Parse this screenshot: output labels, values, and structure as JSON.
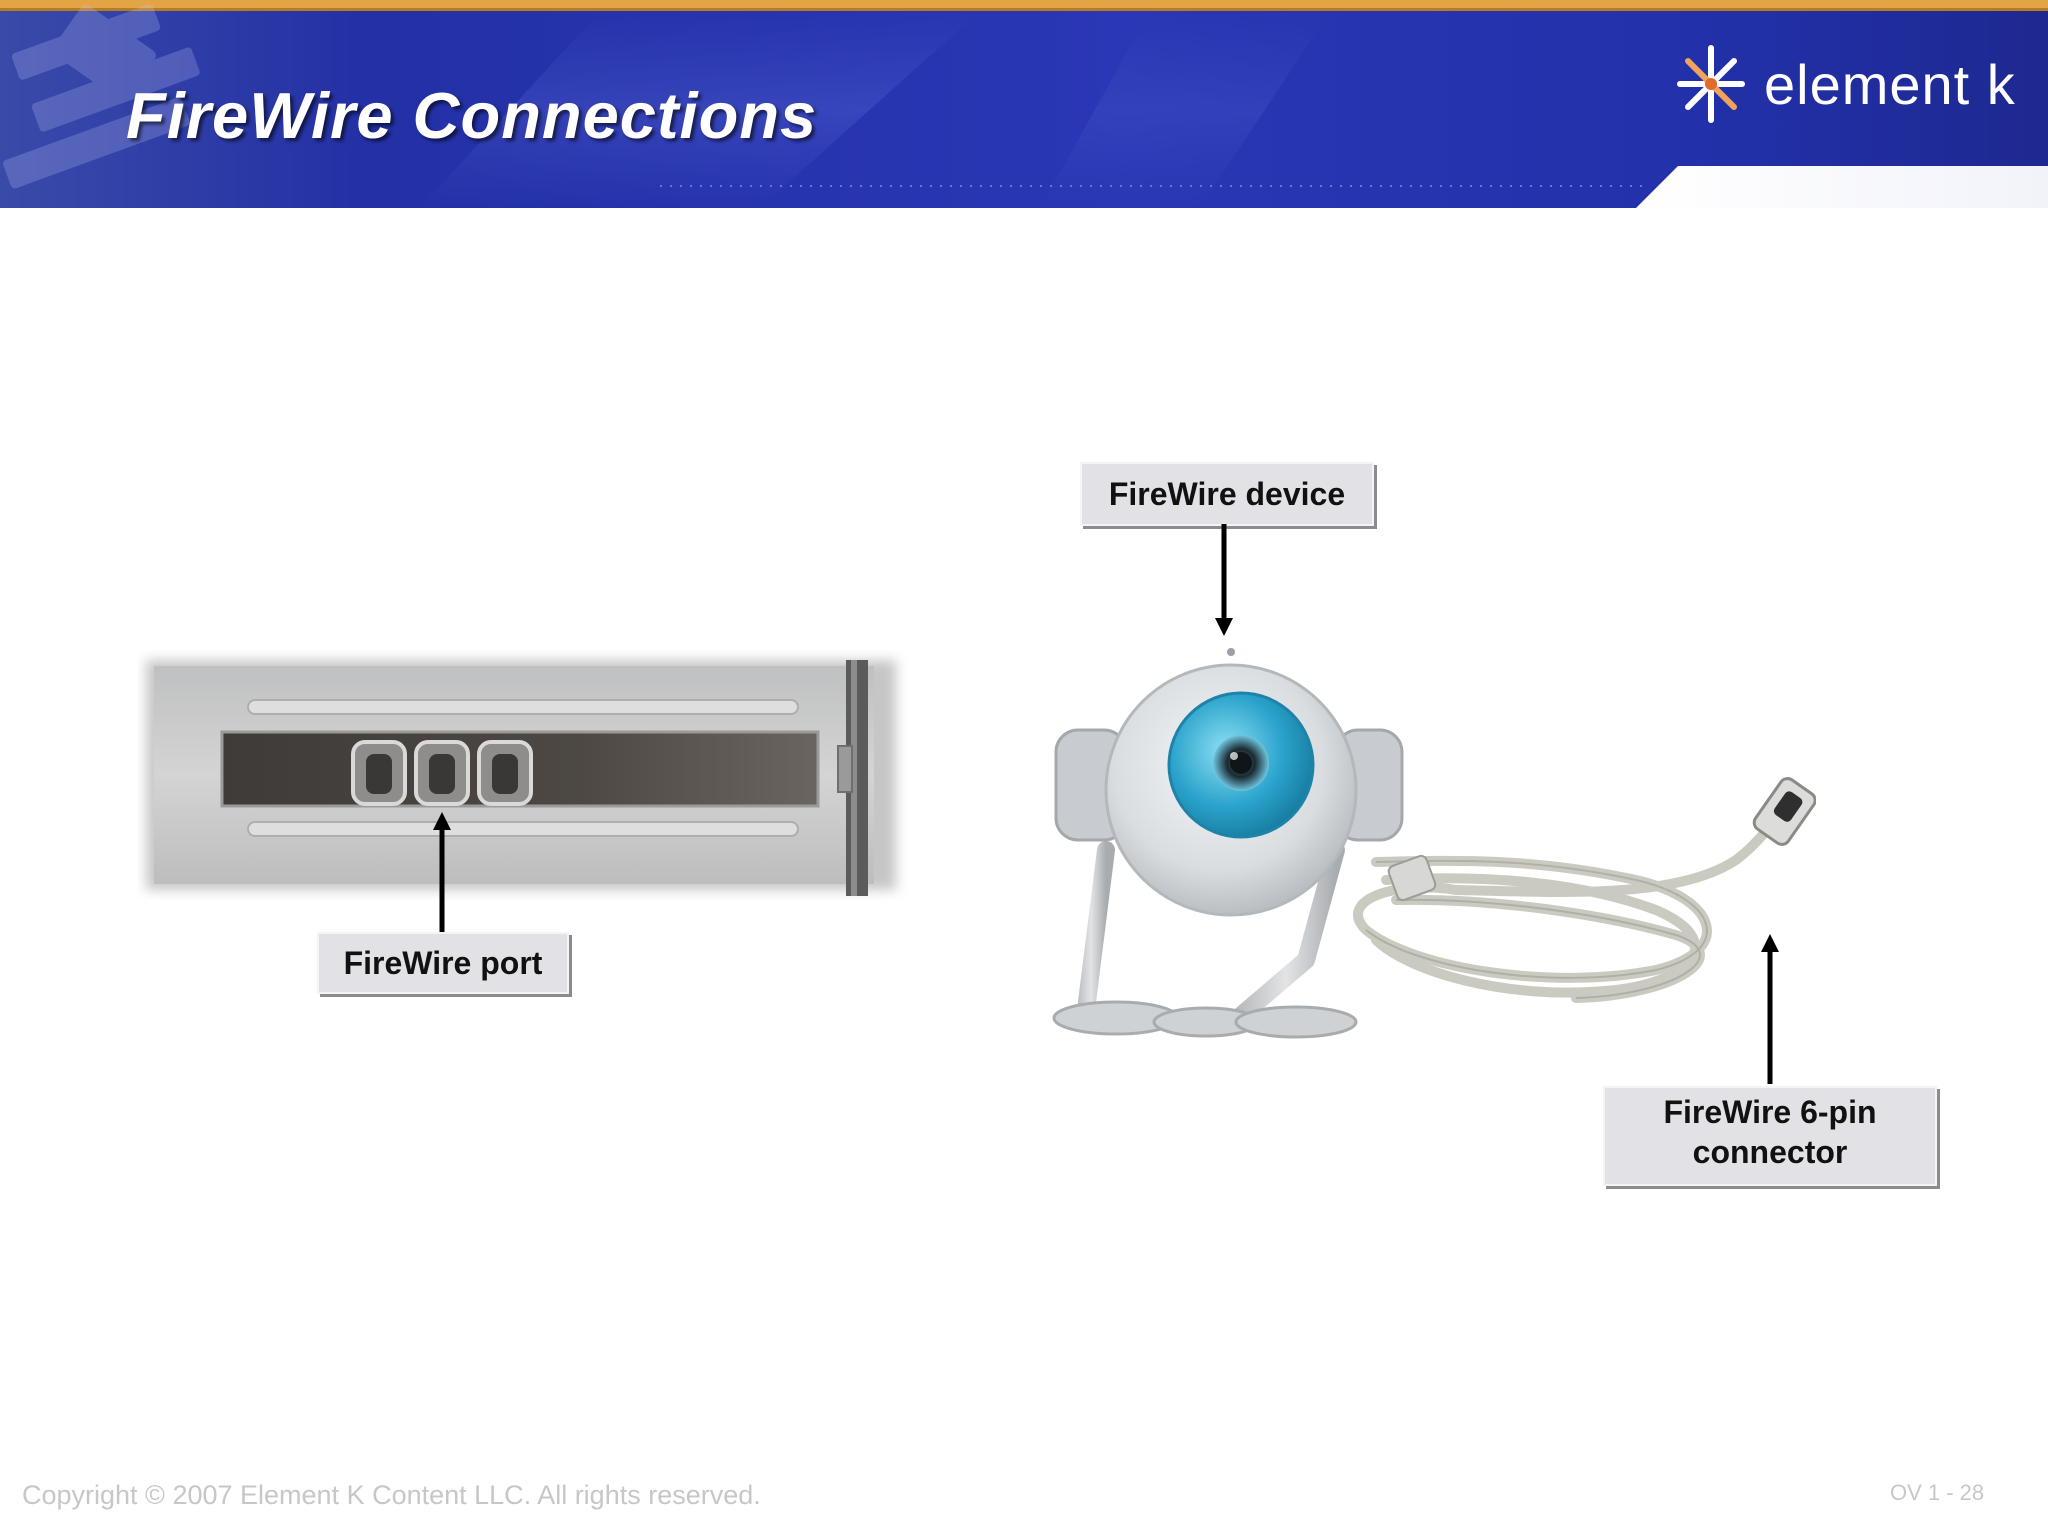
{
  "slide": {
    "title": "FireWire Connections",
    "brand_name": "element k",
    "header_colors": {
      "deep_blue": "#1a1f8e",
      "mid_blue": "#2c3ab4",
      "accent_orange": "#e8a03a"
    }
  },
  "figures": {
    "port_panel": {
      "description_icon": "firewire-port-panel"
    },
    "device": {
      "description_icon": "firewire-webcam"
    }
  },
  "callouts": {
    "firewire_port": "FireWire port",
    "firewire_device": "FireWire device",
    "connector_line1": "FireWire 6-pin",
    "connector_line2": "connector"
  },
  "footer": {
    "copyright": "Copyright © 2007 Element K Content LLC. All rights reserved.",
    "page_number": "OV 1 - 28"
  }
}
